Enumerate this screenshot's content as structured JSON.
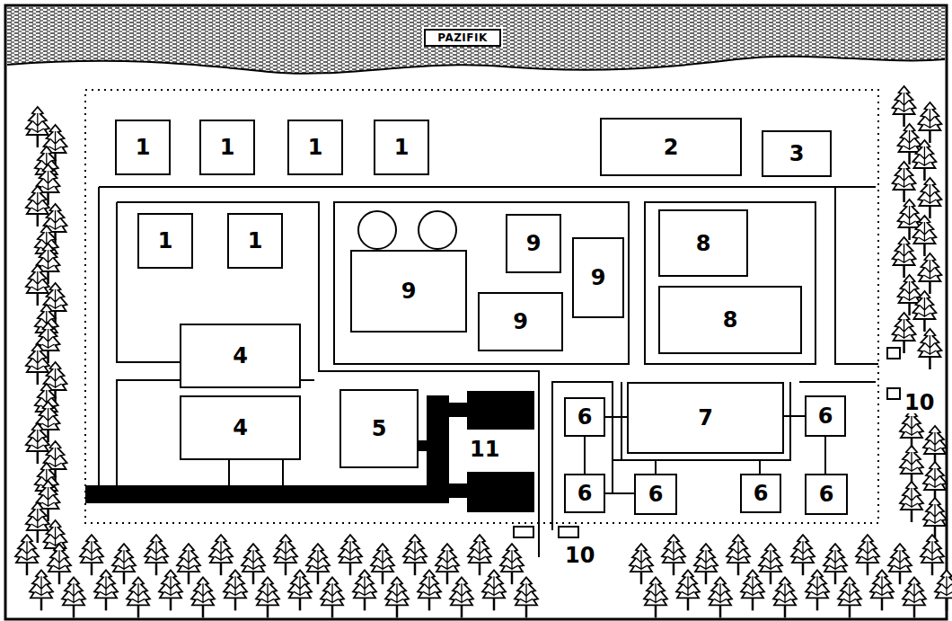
{
  "diagram": {
    "nodes": [
      {
        "text": [
          "PAZIFIK"
        ]
      },
      {
        "text": [
          "1"
        ]
      },
      {
        "text": [
          "1"
        ]
      },
      {
        "text": [
          "1"
        ]
      },
      {
        "text": [
          "1"
        ]
      },
      {
        "text": [
          "2"
        ]
      },
      {
        "text": [
          "3"
        ]
      },
      {
        "text": [
          "1"
        ]
      },
      {
        "text": [
          "1"
        ]
      },
      {
        "text": [
          "9"
        ]
      },
      {
        "text": [
          "8"
        ]
      },
      {
        "text": [
          "9"
        ]
      },
      {
        "text": [
          "9"
        ]
      },
      {
        "text": [
          "8"
        ]
      },
      {
        "text": [
          "9"
        ]
      },
      {
        "text": [
          "4"
        ]
      },
      {
        "text": [
          "4"
        ]
      },
      {
        "text": [
          "5"
        ]
      },
      {
        "text": [
          "7"
        ]
      },
      {
        "text": [
          "6"
        ]
      },
      {
        "text": [
          "6"
        ]
      },
      {
        "text": [
          "6"
        ]
      },
      {
        "text": [
          "6"
        ]
      },
      {
        "text": [
          "6"
        ]
      },
      {
        "text": [
          "6"
        ]
      }
    ],
    "edges": [
      {
        "from": 19,
        "to": 18,
        "arrow": "none"
      },
      {
        "from": 18,
        "to": 20,
        "arrow": "none"
      },
      {
        "from": 21,
        "to": 22,
        "arrow": "none"
      }
    ],
    "labels": [
      "10",
      "10",
      "11"
    ]
  }
}
